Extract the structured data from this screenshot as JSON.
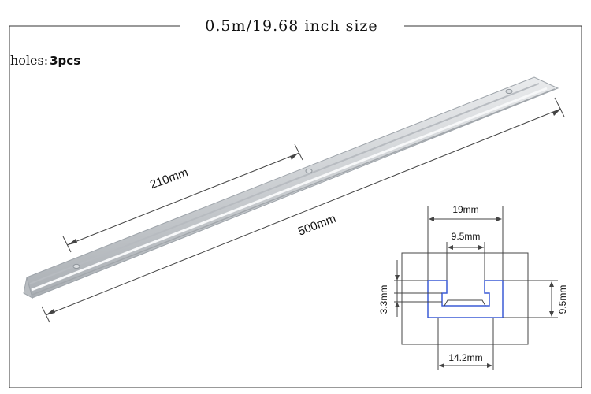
{
  "title": "0.5m/19.68 inch size",
  "holes": {
    "label": "holes:",
    "value": "3pcs"
  },
  "rail": {
    "segment_dimension": "210mm",
    "total_length": "500mm"
  },
  "profile": {
    "top_width": "19mm",
    "slot_width": "9.5mm",
    "lip_depth": "3.3mm",
    "height": "9.5mm",
    "bottom_width": "14.2mm",
    "outline_color": "#3b5bd6"
  },
  "colors": {
    "frame": "#333333",
    "rail_light": "#e6e8ea",
    "rail_mid": "#c9cdd1",
    "rail_dark": "#9ea4aa"
  }
}
